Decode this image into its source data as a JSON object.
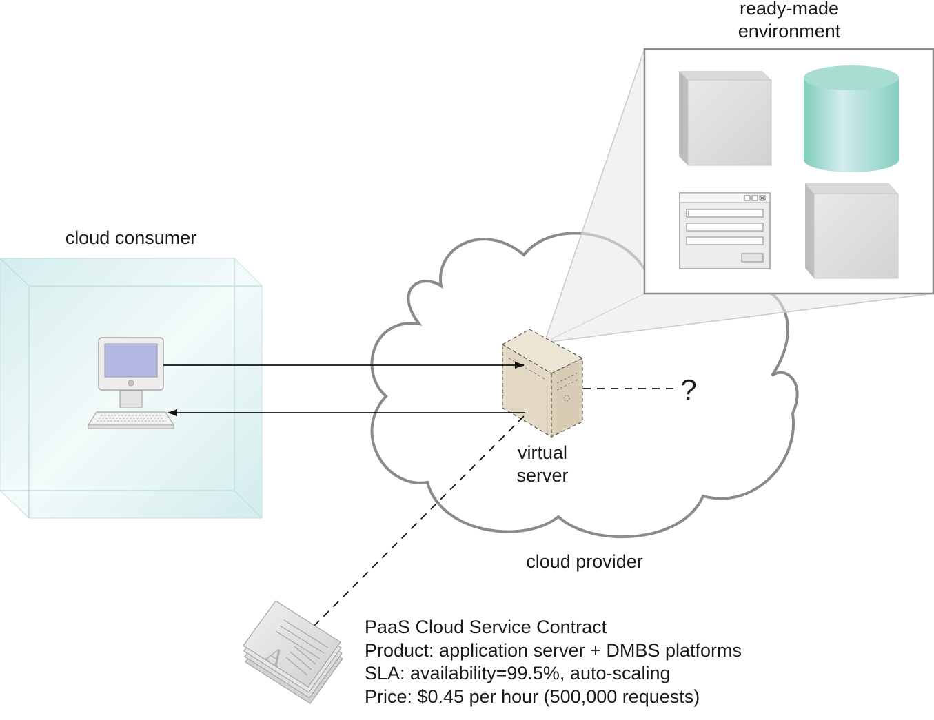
{
  "labels": {
    "cloud_consumer": "cloud consumer",
    "cloud_provider": "cloud provider",
    "virtual_server_line1": "virtual",
    "virtual_server_line2": "server",
    "ready_made_line1": "ready-made",
    "ready_made_line2": "environment",
    "unknown": "?"
  },
  "contract": {
    "title": "PaaS Cloud Service Contract",
    "product": "Product: application server + DMBS platforms",
    "sla": "SLA: availability=99.5%, auto-scaling",
    "price": "Price: $0.45 per hour (500,000 requests)"
  },
  "icons": {
    "workstation": "computer-icon",
    "virtual_server": "virtual-server-icon",
    "cloud": "cloud-icon",
    "database": "database-icon",
    "form_window": "form-window-icon",
    "server_box": "server-box-icon",
    "contract_document": "document-stack-icon"
  },
  "colors": {
    "consumer_box": "#d9efef",
    "virtual_server": "#e3d8c4",
    "database": "#8fd3c3",
    "screen": "#b3b9e2",
    "outline": "#8a8a8a"
  }
}
